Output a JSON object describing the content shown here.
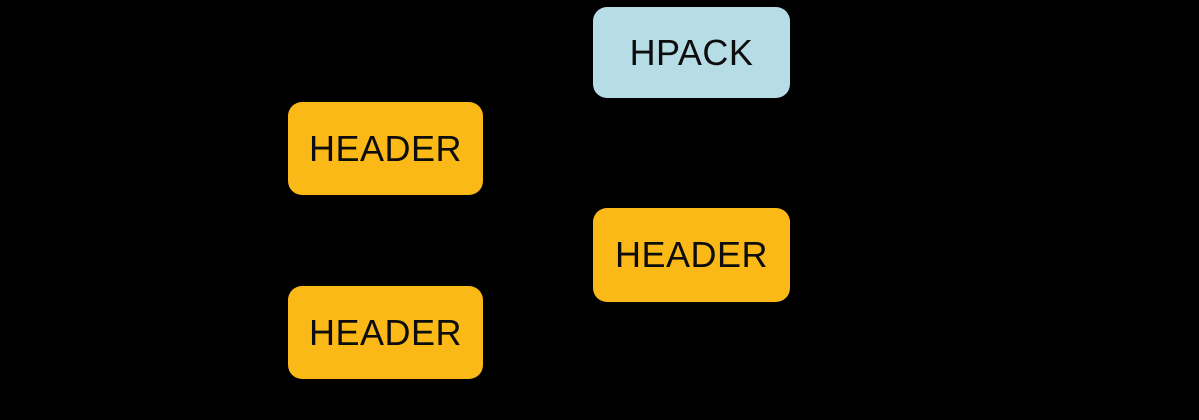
{
  "diagram": {
    "background_color": "#000000",
    "text_color": "#0d0d0d",
    "colors": {
      "hpack_fill": "#B6DCE6",
      "header_fill": "#FBB917"
    },
    "nodes": {
      "hpack": {
        "label": "HPACK"
      },
      "header_top_left": {
        "label": "HEADER"
      },
      "header_mid_right": {
        "label": "HEADER"
      },
      "header_bottom_left": {
        "label": "HEADER"
      }
    }
  }
}
